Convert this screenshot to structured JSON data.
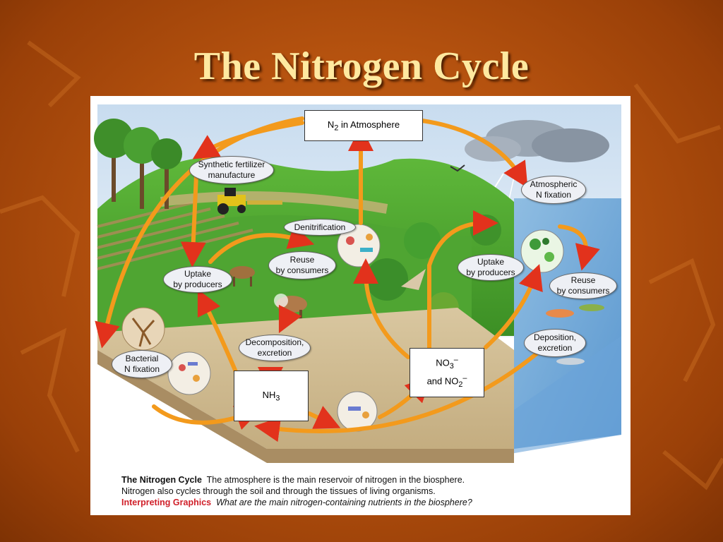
{
  "slide": {
    "title": "The Nitrogen Cycle"
  },
  "boxes": {
    "n2_prefix": "N",
    "n2_sub": "2",
    "n2_suffix": " in Atmosphere",
    "nh3_main": "NH",
    "nh3_sub": "3",
    "no_line1_main": "NO",
    "no_line1_sub": "3",
    "no_line1_sup": "–",
    "no_line2_main": "and NO",
    "no_line2_sub": "2",
    "no_line2_sup": "–"
  },
  "labels": {
    "synthetic_fertilizer_1": "Synthetic fertilizer",
    "synthetic_fertilizer_2": "manufacture",
    "denitrification": "Denitrification",
    "reuse_land_1": "Reuse",
    "reuse_land_2": "by consumers",
    "uptake_land_1": "Uptake",
    "uptake_land_2": "by producers",
    "decomposition_1": "Decomposition,",
    "decomposition_2": "excretion",
    "bacterial_1": "Bacterial",
    "bacterial_2": "N fixation",
    "atmospheric_1": "Atmospheric",
    "atmospheric_2": "N fixation",
    "uptake_sea_1": "Uptake",
    "uptake_sea_2": "by producers",
    "reuse_sea_1": "Reuse",
    "reuse_sea_2": "by consumers",
    "deposition_1": "Deposition,",
    "deposition_2": "excretion"
  },
  "caption": {
    "title": "The Nitrogen Cycle",
    "line1": "The atmosphere is the main reservoir of nitrogen in the biosphere.",
    "line2": "Nitrogen also cycles through the soil and through the tissues of living organisms.",
    "prompt_label": "Interpreting Graphics",
    "prompt_question": "What are the main nitrogen-containing nutrients in the biosphere?"
  },
  "colors": {
    "background": "#b5520f",
    "title": "#ffe9a0",
    "arrow_orange": "#f39a1c",
    "arrow_red": "#e2321c",
    "prompt_red": "#d0202a"
  }
}
